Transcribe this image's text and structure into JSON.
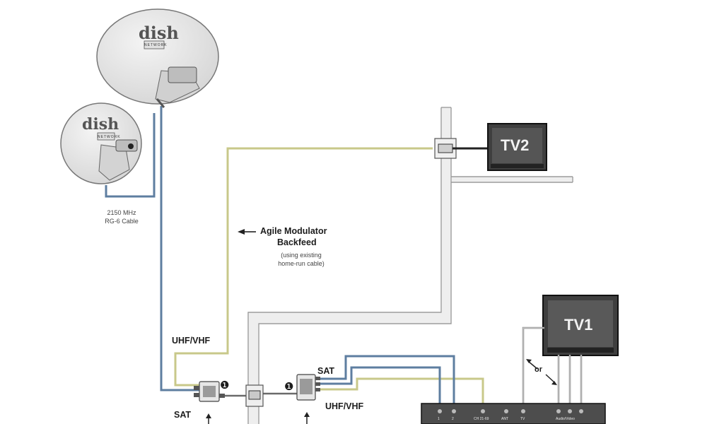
{
  "dish_large": {
    "brand": "dish",
    "sub": "NETWORK"
  },
  "dish_small": {
    "brand": "dish",
    "sub": "NETWORK"
  },
  "cable_note": [
    "2150 MHz",
    "RG-6 Cable"
  ],
  "backfeed": {
    "title": "Agile Modulator",
    "title2": "Backfeed",
    "note1": "(using existing",
    "note2": "home-run cable)"
  },
  "tv2_label": "TV2",
  "tv1_label": "TV1",
  "labels": {
    "uhf_vhf_left": "UHF/VHF",
    "sat_left": "SAT",
    "sat_right": "SAT",
    "uhf_vhf_right": "UHF/VHF",
    "or": "or",
    "marker_left": "❶",
    "marker_right": "❶"
  },
  "receiver_ports": [
    "1",
    "2",
    "CH 21-69",
    "ANT",
    "TV",
    "Audio/Video"
  ],
  "colors": {
    "sat_cable": "#5e7ea0",
    "uhf_cable": "#cfcf8a",
    "wall": "#d9d9d9",
    "device": "#4d4d4d"
  }
}
